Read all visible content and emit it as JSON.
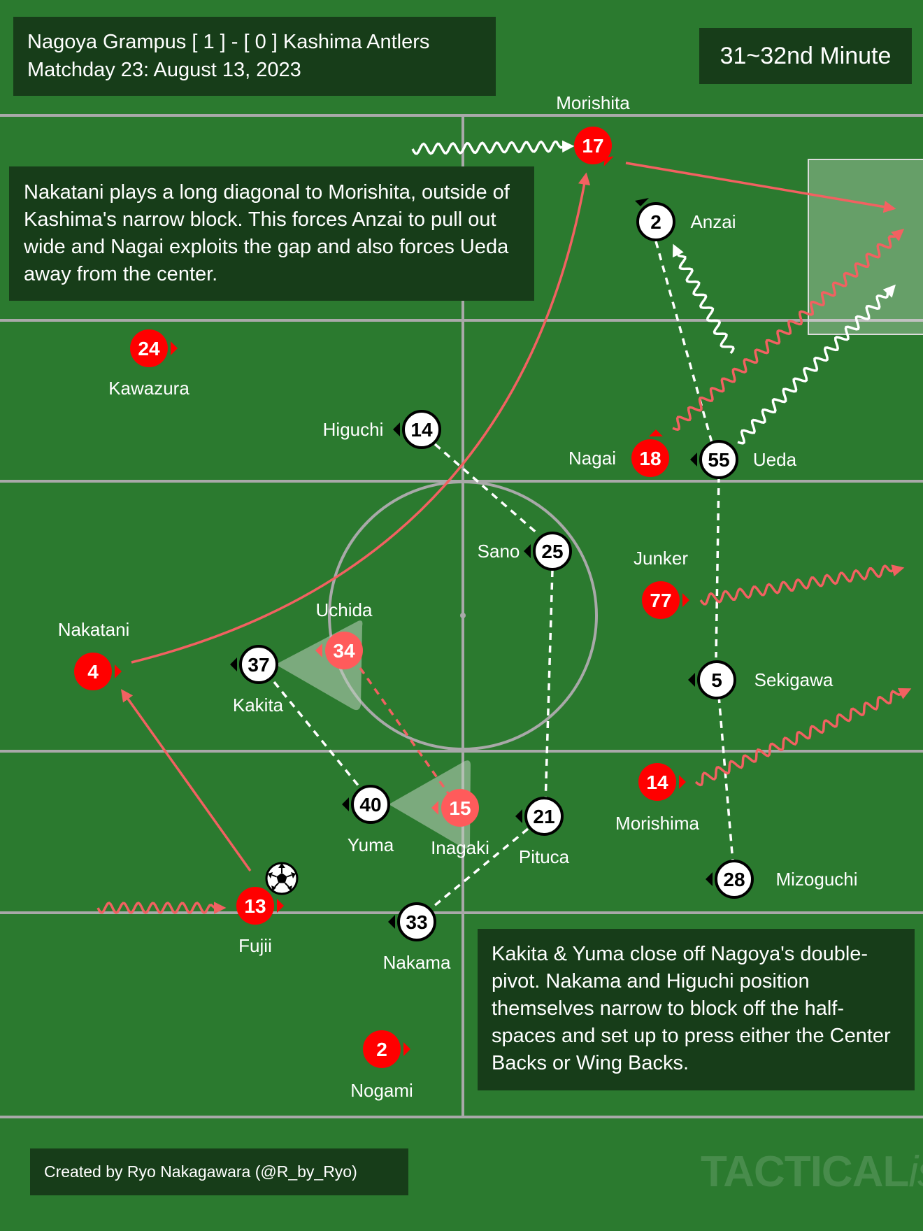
{
  "header": {
    "match_line": "Nagoya Grampus [ 1 ] - [ 0 ] Kashima Antlers",
    "matchday_line": "Matchday 23: August 13, 2023",
    "minute": "31~32nd Minute"
  },
  "notes": {
    "top": "Nakatani plays a long diagonal to Morishita, outside of Kashima's narrow block. This forces Anzai to pull out wide and Nagai exploits the gap and also forces Ueda away from the center.",
    "bottom": "Kakita & Yuma close off Nagoya's double-pivot. Nakama and Higuchi position themselves narrow to block off the half-spaces and set up to press either the Center Backs or Wing Backs."
  },
  "footer": {
    "credit": "Created by Ryo Nakagawara (@R_by_Ryo)",
    "watermark_main": "TACTICAL",
    "watermark_italic": "ista"
  },
  "colors": {
    "pitch": "#2b7a2f",
    "lines": "#a9a9a9",
    "nagoya": "#ff0000",
    "kashima": "#ffffff",
    "arrow": "#f26161",
    "box": "#173d19"
  },
  "players": {
    "nagoya": [
      {
        "id": "morishita",
        "number": "17",
        "name": "Morishita"
      },
      {
        "id": "kawazura",
        "number": "24",
        "name": "Kawazura"
      },
      {
        "id": "nagai",
        "number": "18",
        "name": "Nagai"
      },
      {
        "id": "junker",
        "number": "77",
        "name": "Junker"
      },
      {
        "id": "uchida",
        "number": "34",
        "name": "Uchida"
      },
      {
        "id": "nakatani",
        "number": "4",
        "name": "Nakatani"
      },
      {
        "id": "inagaki",
        "number": "15",
        "name": "Inagaki"
      },
      {
        "id": "morishima",
        "number": "14",
        "name": "Morishima"
      },
      {
        "id": "fujii",
        "number": "13",
        "name": "Fujii"
      },
      {
        "id": "nogami",
        "number": "2",
        "name": "Nogami"
      }
    ],
    "kashima": [
      {
        "id": "anzai",
        "number": "2",
        "name": "Anzai"
      },
      {
        "id": "higuchi",
        "number": "14",
        "name": "Higuchi"
      },
      {
        "id": "ueda",
        "number": "55",
        "name": "Ueda"
      },
      {
        "id": "sano",
        "number": "25",
        "name": "Sano"
      },
      {
        "id": "kakita",
        "number": "37",
        "name": "Kakita"
      },
      {
        "id": "sekigawa",
        "number": "5",
        "name": "Sekigawa"
      },
      {
        "id": "yuma",
        "number": "40",
        "name": "Yuma"
      },
      {
        "id": "pituca",
        "number": "21",
        "name": "Pituca"
      },
      {
        "id": "mizoguchi",
        "number": "28",
        "name": "Mizoguchi"
      },
      {
        "id": "nakama",
        "number": "33",
        "name": "Nakama"
      }
    ]
  },
  "ball_icon": "soccer-ball-icon"
}
